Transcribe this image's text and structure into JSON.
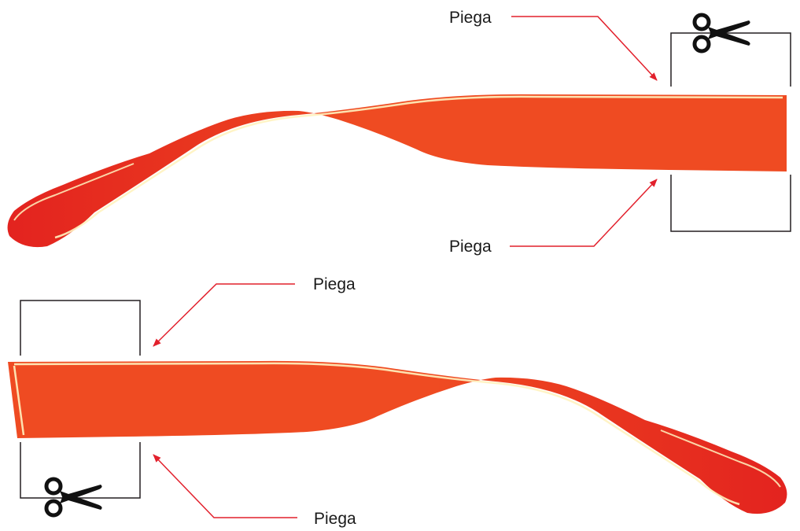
{
  "colors": {
    "temple_fill": "#ef4b22",
    "temple_tip": "#e3231f",
    "temple_highlight": "#fff3c0",
    "arrow": "#e2202c",
    "outline": "#231f20",
    "scissors": "#111111"
  },
  "labels": {
    "top_upper": "Piega",
    "top_lower": "Piega",
    "bottom_upper": "Piega",
    "bottom_lower": "Piega"
  },
  "icons": {
    "top": "scissors-icon",
    "bottom": "scissors-icon"
  }
}
